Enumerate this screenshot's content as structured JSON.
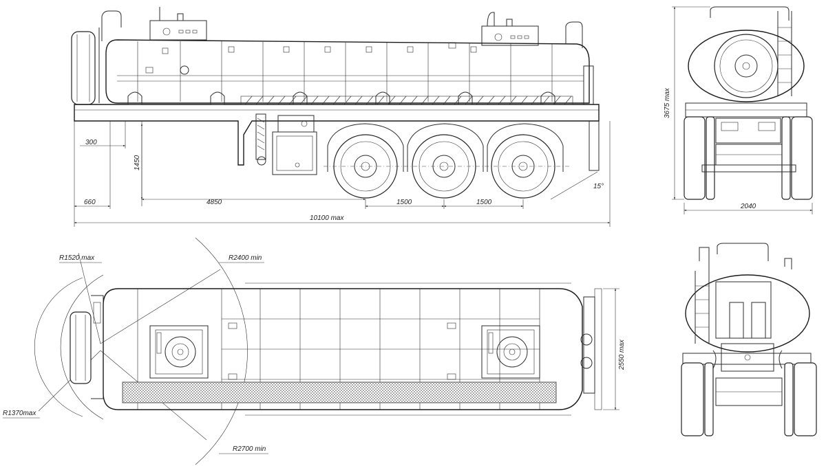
{
  "dimensions": {
    "overhang": "300",
    "height_frame": "1450",
    "front": "660",
    "wheelbase": "4850",
    "axle_1": "1500",
    "axle_2": "1500",
    "total_length": "10100 max",
    "angle": "15°",
    "total_height": "3675 max",
    "rear_width": "2040",
    "total_width": "2550 max",
    "r_front_outer": "R1520 max",
    "r_turn_min": "R2400 min",
    "r_front_inner": "R1370max",
    "r_turn_outer": "R2700 min"
  }
}
